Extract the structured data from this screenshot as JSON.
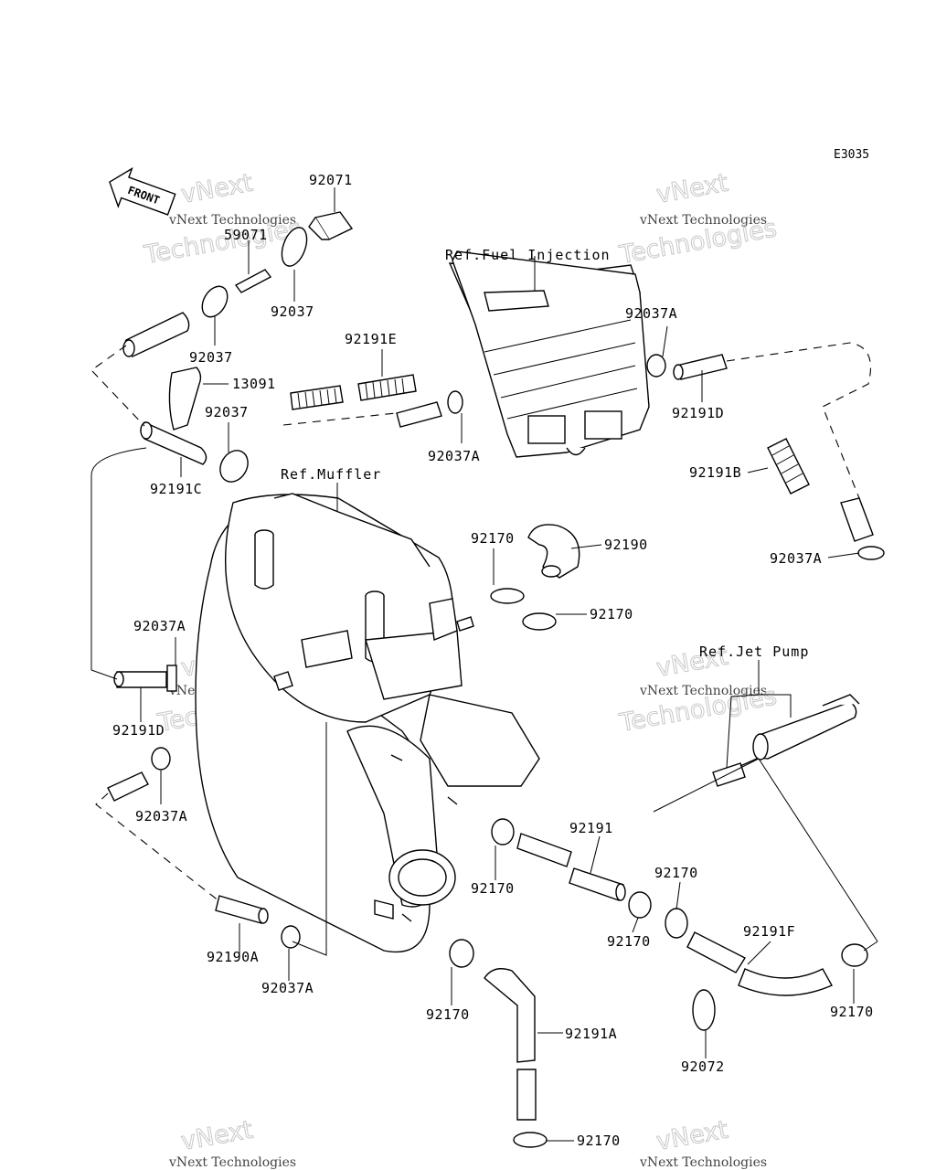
{
  "diagram_code": "E3035",
  "front_label": "FRONT",
  "watermark": {
    "line1": "vNext Technologies",
    "line2": "Technologies",
    "line0": "vNext"
  },
  "references": {
    "fuel_injection": "Ref.Fuel Injection",
    "muffler": "Ref.Muffler",
    "jet_pump": "Ref.Jet Pump"
  },
  "parts": [
    "92071",
    "59071",
    "92037",
    "92037",
    "13091",
    "92037",
    "92191C",
    "92191E",
    "92037A",
    "92037A",
    "92191D",
    "92191B",
    "92037A",
    "92170",
    "92190",
    "92170",
    "92037A",
    "92191D",
    "92037A",
    "92191",
    "92170",
    "92170",
    "92170",
    "92191F",
    "92170",
    "92190A",
    "92037A",
    "92170",
    "92191A",
    "92072",
    "92170"
  ]
}
